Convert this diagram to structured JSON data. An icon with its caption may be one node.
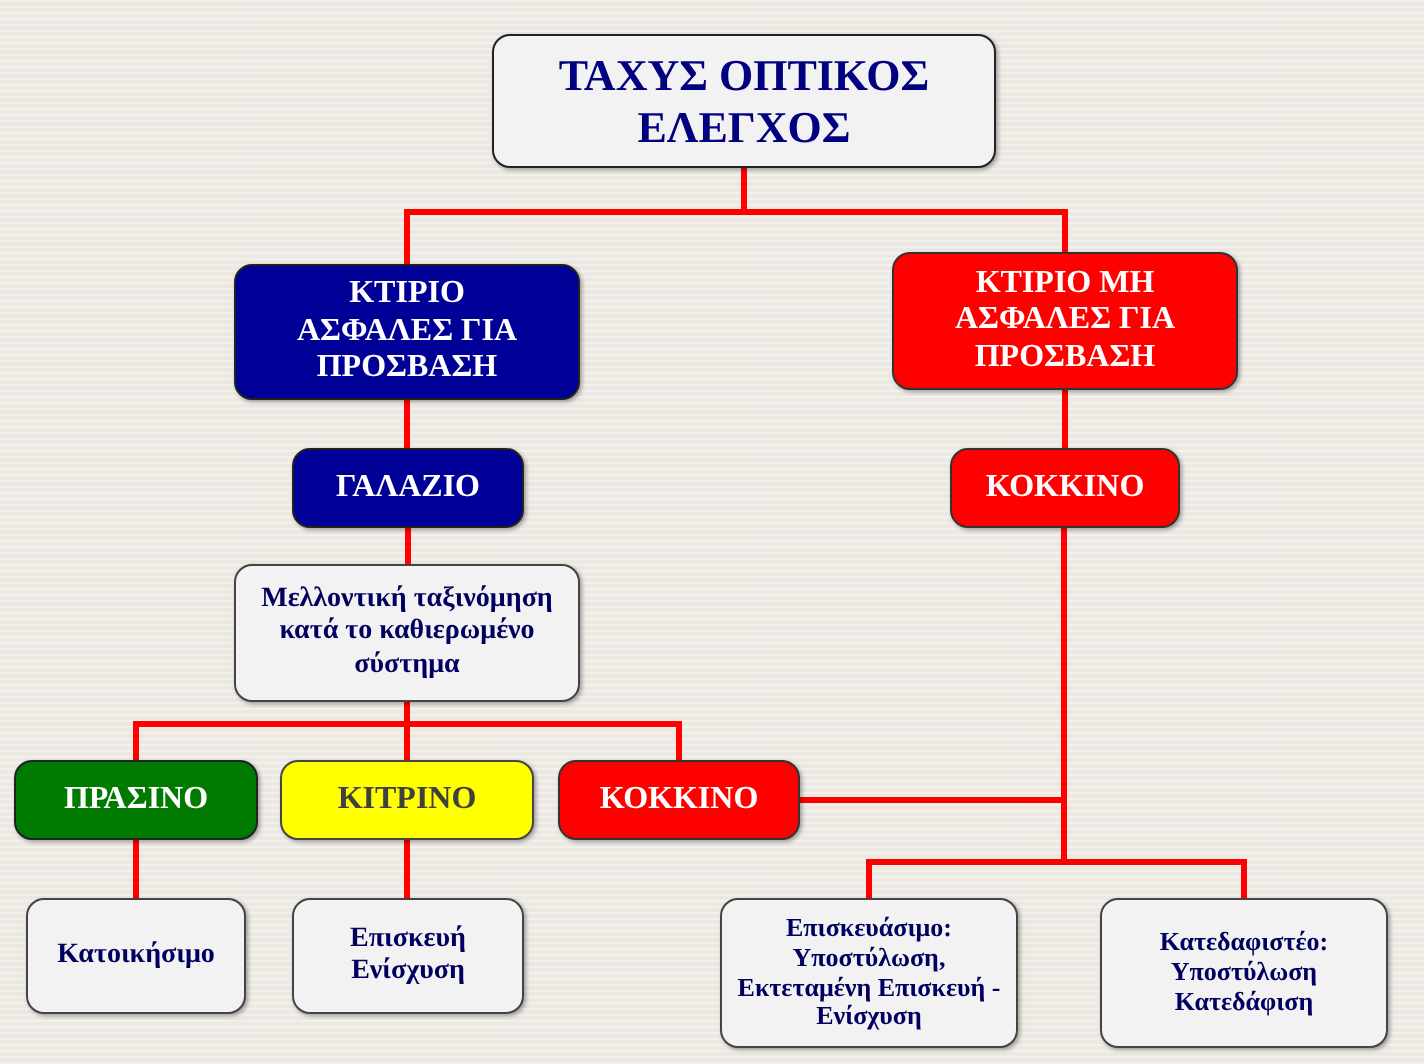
{
  "diagram": {
    "nodes": [
      {
        "text": [
          "ΤΑΧΥΣ ΟΠΤΙΚΟΣ ΕΛΕΓΧΟΣ"
        ]
      },
      {
        "text": [
          "ΚΤΙΡΙΟ ΑΣΦΑΛΕΣ ΓΙΑ ΠΡΟΣΒΑΣΗ"
        ]
      },
      {
        "text": [
          "ΚΤΙΡΙΟ ΜΗ ΑΣΦΑΛΕΣ ΓΙΑ ΠΡΟΣΒΑΣΗ"
        ]
      },
      {
        "text": [
          "ΓΑΛΑΖΙΟ"
        ]
      },
      {
        "text": [
          "ΚΟΚΚΙΝΟ"
        ]
      },
      {
        "text": [
          "Μελλοντική ταξινόμηση κατά το καθιερωμένο σύστημα"
        ]
      },
      {
        "text": [
          "ΠΡΑΣΙΝΟ"
        ]
      },
      {
        "text": [
          "ΚΙΤΡΙΝΟ"
        ]
      },
      {
        "text": [
          "ΚΟΚΚΙΝΟ"
        ]
      },
      {
        "text": [
          "Κατοικήσιμο"
        ]
      },
      {
        "text": [
          "Επισκευή Ενίσχυση"
        ]
      },
      {
        "text": [
          "Επισκευάσιμο: Υποστύλωση, Εκτεταμένη Επισκευή - Ενίσχυση"
        ]
      },
      {
        "text": [
          "Κατεδαφιστέο: Υποστύλωση Κατεδάφιση"
        ]
      }
    ],
    "edges": [
      {
        "from": 0,
        "to": 1,
        "arrow": "none"
      },
      {
        "from": 0,
        "to": 2,
        "arrow": "none"
      },
      {
        "from": 1,
        "to": 3,
        "arrow": "none"
      },
      {
        "from": 2,
        "to": 4,
        "arrow": "none"
      },
      {
        "from": 3,
        "to": 5,
        "arrow": "none"
      },
      {
        "from": 5,
        "to": 6,
        "arrow": "none"
      },
      {
        "from": 5,
        "to": 7,
        "arrow": "none"
      },
      {
        "from": 5,
        "to": 8,
        "arrow": "none"
      },
      {
        "from": 6,
        "to": 9,
        "arrow": "none"
      },
      {
        "from": 7,
        "to": 10,
        "arrow": "none"
      },
      {
        "from": 4,
        "to": 11,
        "arrow": "none"
      },
      {
        "from": 4,
        "to": 12,
        "arrow": "none"
      },
      {
        "from": 8,
        "to": 4,
        "arrow": "none"
      }
    ]
  }
}
